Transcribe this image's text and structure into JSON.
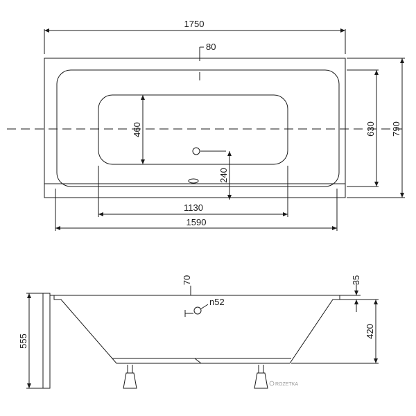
{
  "top_view": {
    "overall_length": "1750",
    "overflow_offset": "80",
    "inner_width": "630",
    "overall_width": "790",
    "bottom_width": "460",
    "bottom_length": "1130",
    "inner_length": "1590",
    "drain_offset": "240"
  },
  "side_view": {
    "overflow_height": "70",
    "overflow_diameter": "n52",
    "rim_thickness": "35",
    "depth": "420",
    "panel_height": "555"
  },
  "watermark": {
    "text": "ROZETKA"
  },
  "colors": {
    "line": "#1a1a1a",
    "fill": "#ffffff",
    "watermark": "#9a9a9a"
  }
}
